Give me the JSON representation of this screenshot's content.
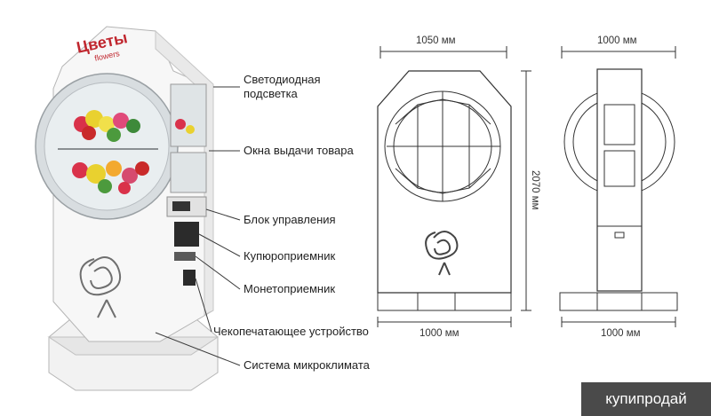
{
  "product_photo": {
    "logo_text": "Цветы",
    "logo_subtext": "flowers"
  },
  "callouts": [
    {
      "line1": "Светодиодная",
      "line2": "подсветка"
    },
    {
      "line1": "Окна выдачи товара"
    },
    {
      "line1": "Блок управления"
    },
    {
      "line1": "Купюроприемник"
    },
    {
      "line1": "Монетоприемник"
    },
    {
      "line1": "Чекопечатающее устройство"
    },
    {
      "line1": "Система микроклимата"
    }
  ],
  "front_view": {
    "width_label": "1050 мм",
    "height_label": "2070 мм",
    "base_label": "1000 мм"
  },
  "side_view": {
    "width_label": "1000 мм",
    "base_label": "1000 мм"
  },
  "watermark": "купипродай",
  "colors": {
    "accent": "#c0262e",
    "watermark_bg": "#4a4a4a"
  }
}
